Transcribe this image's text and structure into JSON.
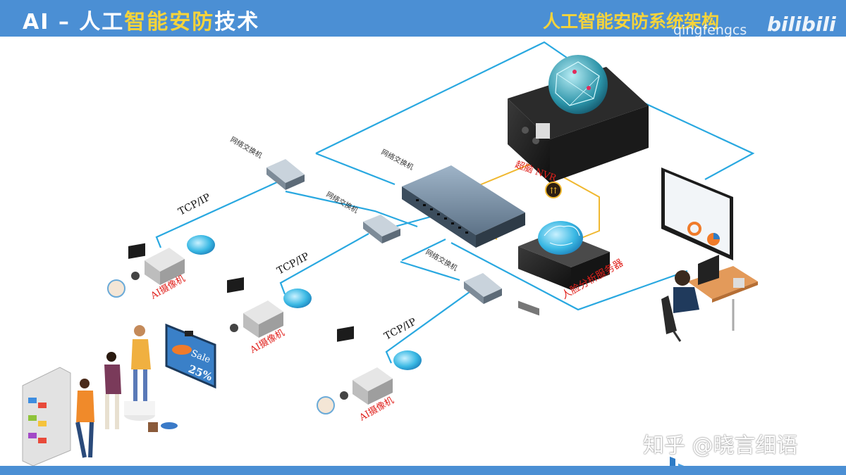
{
  "header": {
    "title_prefix": "AI  –  人工",
    "title_highlight": "智能安防",
    "title_suffix": "技术",
    "section_title": "人工智能安防系统架构",
    "watermark_user": "qingfengcs",
    "watermark_logo": "bilibili"
  },
  "diagram": {
    "switch_label": "网络交换机",
    "core_switch_label": "网络交换机",
    "protocol_label": "TCP/IP",
    "camera_label": "AI摄像机",
    "nvr_label": "超脑 NVR",
    "face_server_label": "人脸分析服务器",
    "sale_text": "Sale",
    "sale_percent": "25%"
  },
  "footer": {
    "credit": "知乎 @晓言细语"
  },
  "colors": {
    "header_bg": "#4b8fd4",
    "title_accent": "#f5d33b",
    "link_line": "#29a8e0",
    "nvr_link": "#f0b830",
    "label_red": "#e0201b"
  }
}
